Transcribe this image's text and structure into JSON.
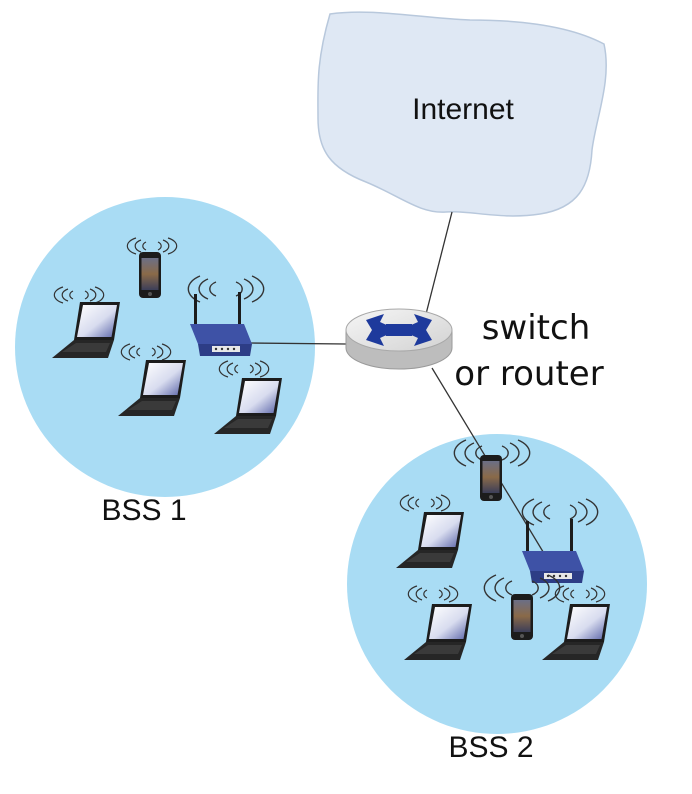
{
  "cloud": {
    "label": "Internet"
  },
  "switch": {
    "label_line1": "switch",
    "label_line2": "or router"
  },
  "bss": [
    {
      "label": "BSS 1"
    },
    {
      "label": "BSS 2"
    }
  ],
  "colors": {
    "cloud_fill": "#dfe8f4",
    "cloud_stroke": "#b8c8dc",
    "bss_fill": "#a9dcf4",
    "switch_body": "#e4e4e4",
    "switch_arrows": "#1e3a9c",
    "ap_body": "#3e52a6",
    "device_dark": "#1c1c1c"
  }
}
